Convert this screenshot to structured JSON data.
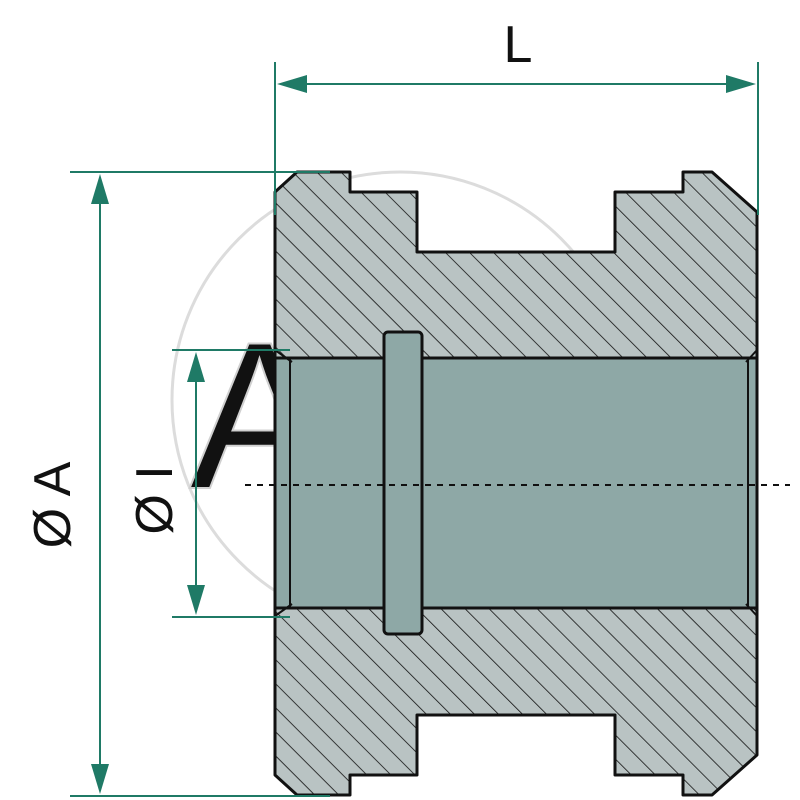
{
  "watermark": "AGP",
  "labels": {
    "length": "L",
    "outer_diameter": "Ø A",
    "inner_diameter": "Ø I"
  },
  "colors": {
    "dimension": "#1f7a66",
    "section_fill": "#b9c3c3",
    "bore_fill": "#8ea8a6",
    "outline": "#111111",
    "watermark": "#d6d6d6"
  }
}
